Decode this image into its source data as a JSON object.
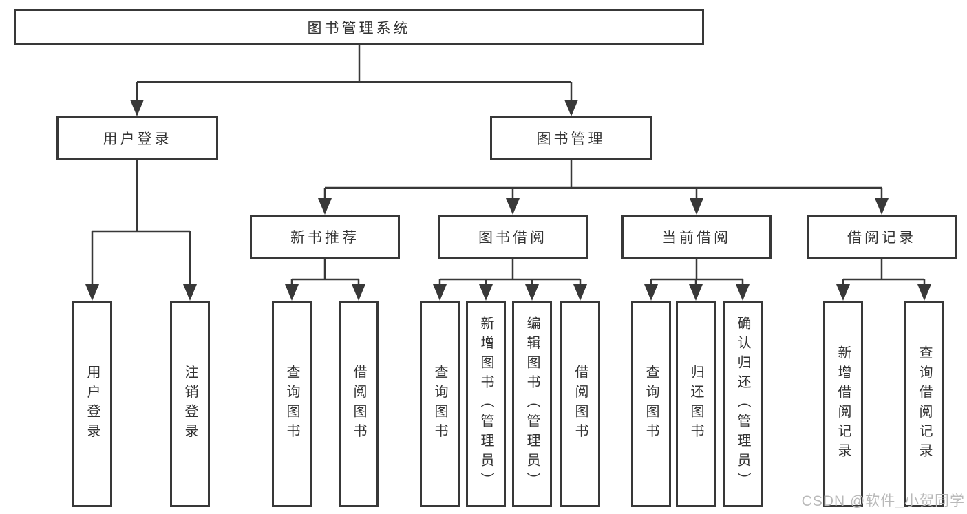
{
  "tree": {
    "root": {
      "label": "图书管理系统"
    },
    "login": {
      "label": "用户登录",
      "children": [
        {
          "label": "用户登录"
        },
        {
          "label": "注销登录"
        }
      ]
    },
    "management": {
      "label": "图书管理",
      "sections": [
        {
          "label": "新书推荐",
          "children": [
            {
              "label": "查询图书"
            },
            {
              "label": "借阅图书"
            }
          ]
        },
        {
          "label": "图书借阅",
          "children": [
            {
              "label": "查询图书"
            },
            {
              "label": "新增图书（管理员）"
            },
            {
              "label": "编辑图书（管理员）"
            },
            {
              "label": "借阅图书"
            }
          ]
        },
        {
          "label": "当前借阅",
          "children": [
            {
              "label": "查询图书"
            },
            {
              "label": "归还图书"
            },
            {
              "label": "确认归还（管理员）"
            }
          ]
        },
        {
          "label": "借阅记录",
          "children": [
            {
              "label": "新增借阅记录"
            },
            {
              "label": "查询借阅记录"
            }
          ]
        }
      ]
    }
  },
  "watermark": {
    "text": "CSDN @软件_小贺同学"
  },
  "colors": {
    "line": "#383838",
    "text": "#333333",
    "watermark": "#b9b9b9",
    "background": "#ffffff"
  }
}
